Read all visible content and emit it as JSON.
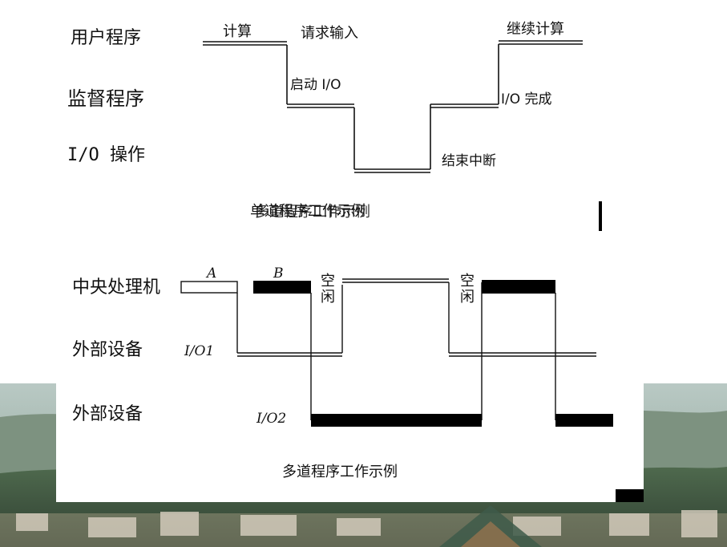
{
  "diagram_top": {
    "rows": {
      "user": "用户程序",
      "monitor": "监督程序",
      "io": "I/O 操作"
    },
    "annotations": {
      "compute": "计算",
      "request_input": "请求输入",
      "start_io": "启动 I/O",
      "end_interrupt": "结束中断",
      "io_done": "I/O 完成",
      "continue_compute": "继续计算"
    },
    "caption": "单道程序工作示例",
    "caption_overlay": "多道程序工作示例"
  },
  "diagram_bottom": {
    "rows": {
      "cpu": "中央处理机",
      "device1": "外部设备",
      "device2": "外部设备"
    },
    "annotations": {
      "prog_a": "A",
      "prog_b": "B",
      "idle_1": "空闲",
      "idle_2": "空闲",
      "io1": "I/O1",
      "io2": "I/O2"
    },
    "caption": "多道程序工作示例"
  },
  "colors": {
    "line": "#111111",
    "bar": "#000000",
    "canvas": "#ffffff"
  }
}
